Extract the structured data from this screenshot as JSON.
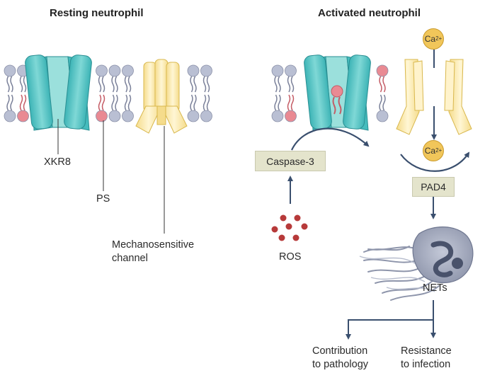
{
  "panels": {
    "resting": {
      "title": "Resting neutrophil"
    },
    "activated": {
      "title": "Activated neutrophil"
    }
  },
  "labels": {
    "xkr8": "XKR8",
    "ps": "PS",
    "mechano_line1": "Mechanosensitive",
    "mechano_line2": "channel",
    "caspase": "Caspase-3",
    "ros": "ROS",
    "pad4": "PAD4",
    "nets": "NETs",
    "pathology_line1": "Contribution",
    "pathology_line2": "to pathology",
    "infection_line1": "Resistance",
    "infection_line2": "to infection"
  },
  "ions": {
    "ca_symbol": "Ca",
    "ca_charge": "2+"
  },
  "colors": {
    "lipid_head": "#b9bfd3",
    "ps_head": "#e98a93",
    "xkr8": "#4cc3c3",
    "channel": "#fbecb1",
    "arrow": "#3a4f6e",
    "ros_dot": "#b73a3a",
    "calcium": "#f1c65a",
    "box": "#e4e4cc"
  }
}
